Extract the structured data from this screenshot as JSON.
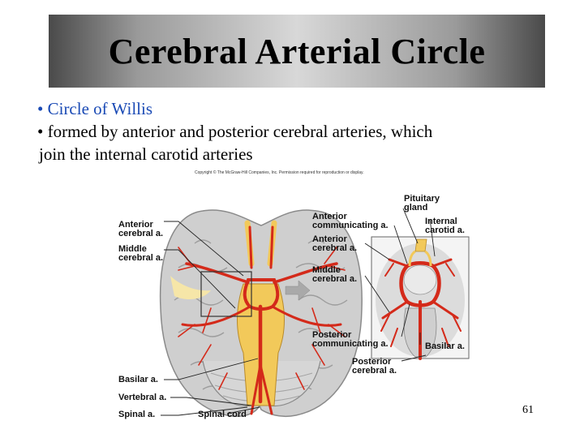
{
  "slide": {
    "title": "Cerebral Arterial Circle",
    "bullets": [
      "• Circle of Willis",
      "• formed by anterior and posterior cerebral arteries, which",
      "join the internal carotid arteries"
    ],
    "page_number": "61"
  },
  "figure": {
    "copyright": "Copyright © The McGraw-Hill Companies, Inc. Permission required for reproduction or display.",
    "labels": {
      "anterior_cerebral_1": "Anterior",
      "anterior_cerebral_2": "cerebral a.",
      "middle_cerebral_1": "Middle",
      "middle_cerebral_2": "cerebral a.",
      "basilar": "Basilar a.",
      "vertebral": "Vertebral a.",
      "spinal_a": "Spinal a.",
      "spinal_cord": "Spinal cord",
      "pituitary_1": "Pituitary",
      "pituitary_2": "gland",
      "ant_comm_1": "Anterior",
      "ant_comm_2": "communicating a.",
      "internal_carotid_1": "Internal",
      "internal_carotid_2": "carotid a.",
      "ant_cerebral_r1": "Anterior",
      "ant_cerebral_r2": "cerebral a.",
      "mid_cerebral_r1": "Middle",
      "mid_cerebral_r2": "cerebral a.",
      "post_comm_1": "Posterior",
      "post_comm_2": "communicating a.",
      "basilar_r": "Basilar a.",
      "post_cerebral_1": "Posterior",
      "post_cerebral_2": "cerebral a."
    }
  },
  "colors": {
    "bullet_highlight": "#1a4ab5",
    "artery_red": "#d42a1a",
    "brain_gray": "#c9c9c9",
    "brainstem_yellow": "#f2c95a"
  }
}
